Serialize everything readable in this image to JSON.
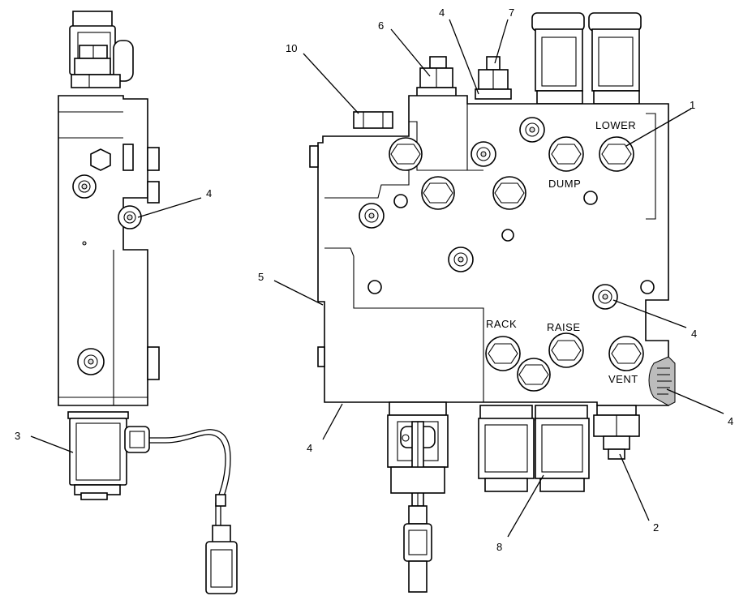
{
  "diagram": {
    "port_labels": {
      "lower": "LOWER",
      "dump": "DUMP",
      "rack": "RACK",
      "raise": "RAISE",
      "vent": "VENT"
    },
    "callouts": [
      {
        "id": "c1",
        "number": "1"
      },
      {
        "id": "c2",
        "number": "2"
      },
      {
        "id": "c3",
        "number": "3"
      },
      {
        "id": "c4a",
        "number": "4"
      },
      {
        "id": "c4b",
        "number": "4"
      },
      {
        "id": "c4c",
        "number": "4"
      },
      {
        "id": "c4d",
        "number": "4"
      },
      {
        "id": "c4e",
        "number": "4"
      },
      {
        "id": "c5",
        "number": "5"
      },
      {
        "id": "c6",
        "number": "6"
      },
      {
        "id": "c7",
        "number": "7"
      },
      {
        "id": "c8",
        "number": "8"
      },
      {
        "id": "c10",
        "number": "10"
      }
    ]
  }
}
